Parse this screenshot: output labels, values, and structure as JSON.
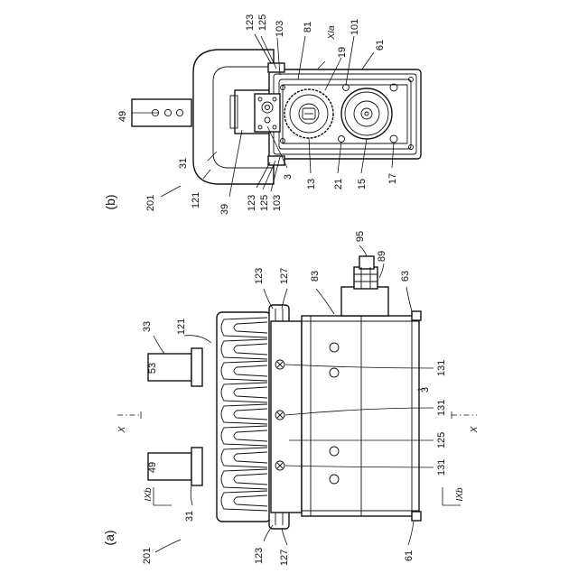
{
  "figure_a": {
    "caption": "(a)",
    "labels": {
      "ref_201": "201",
      "ref_123_top": "123",
      "ref_127_top": "127",
      "ref_123_bottom": "123",
      "ref_127_bottom": "127",
      "ref_121": "121",
      "ref_33": "33",
      "ref_53": "53",
      "ref_49": "49",
      "ref_31": "31",
      "ref_83": "83",
      "ref_95": "95",
      "ref_89": "89",
      "ref_63": "63",
      "ref_61": "61",
      "ref_131_a": "131",
      "ref_131_b": "131",
      "ref_131_c": "131",
      "ref_125": "125",
      "ref_3": "3",
      "sec_x_left": "X",
      "sec_x_right": "X",
      "sec_ixb_left": "IXb",
      "sec_ixb_right": "IXb"
    }
  },
  "figure_b": {
    "caption": "(b)",
    "labels": {
      "ref_201": "201",
      "ref_121": "121",
      "ref_31": "31",
      "ref_49": "49",
      "ref_39": "39",
      "ref_123_top": "123",
      "ref_125_top": "125",
      "ref_103_top": "103",
      "ref_81": "81",
      "ref_xia": "XIa",
      "ref_101": "101",
      "ref_61": "61",
      "ref_19": "19",
      "ref_123_bottom": "123",
      "ref_125_bottom": "125",
      "ref_103_bottom": "103",
      "ref_3": "3",
      "ref_13": "13",
      "ref_21": "21",
      "ref_15": "15",
      "ref_17": "17"
    }
  }
}
